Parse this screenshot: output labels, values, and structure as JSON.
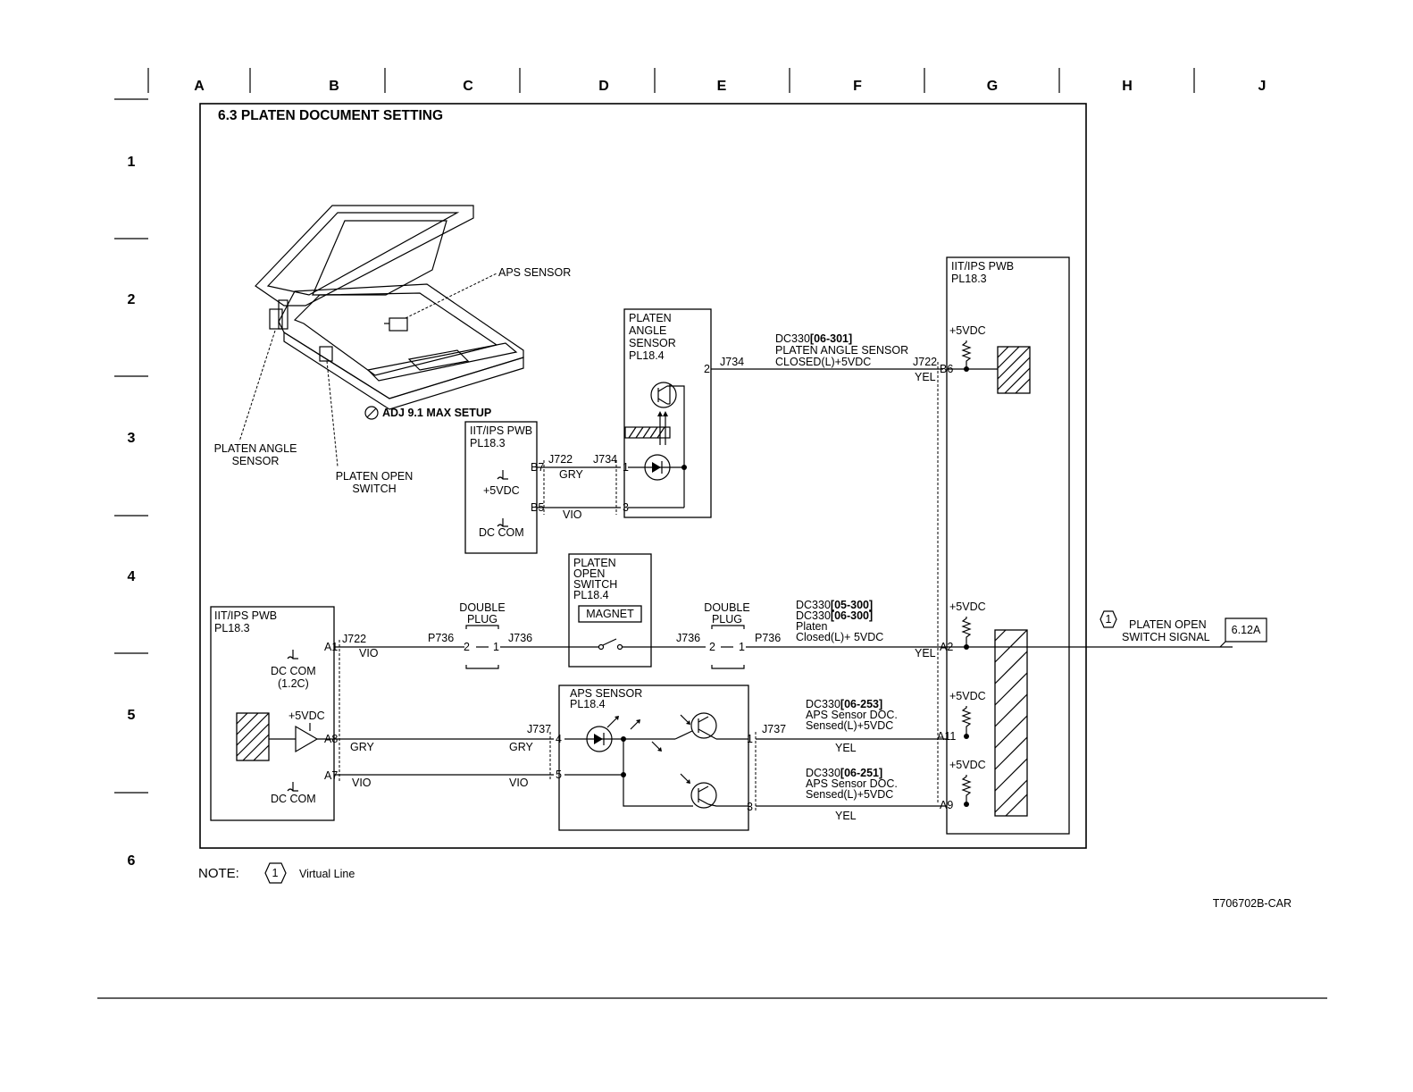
{
  "grid": {
    "columns": [
      "A",
      "B",
      "C",
      "D",
      "E",
      "F",
      "G",
      "H",
      "J"
    ],
    "rows": [
      "1",
      "2",
      "3",
      "4",
      "5",
      "6"
    ]
  },
  "title": "6.3 PLATEN DOCUMENT SETTING",
  "illustration": {
    "aps_sensor_label": "APS SENSOR",
    "adj_label": "ADJ 9.1 MAX SETUP",
    "platen_angle_sensor_label": [
      "PLATEN ANGLE",
      "SENSOR"
    ],
    "platen_open_switch_label": [
      "PLATEN OPEN",
      "SWITCH"
    ]
  },
  "pwb_top": {
    "title": [
      "IIT/IPS PWB",
      "PL18.3"
    ],
    "v5": "+5VDC",
    "dccom": "DC COM",
    "pin_b7": "B7",
    "pin_b5": "B5",
    "conn_j722": "J722",
    "conn_j734": "J734",
    "wire_gry": "GRY",
    "wire_vio": "VIO"
  },
  "platen_angle_sensor": {
    "title": [
      "PLATEN",
      "ANGLE",
      "SENSOR",
      "PL18.4"
    ],
    "pin1": "1",
    "pin2": "2",
    "pin3": "3",
    "conn_j734": "J734"
  },
  "pwb_right": {
    "title": [
      "IIT/IPS PWB",
      "PL18.3"
    ],
    "conn_j722": "J722",
    "wire_yel": "YEL",
    "pin_b6": "B6",
    "pin_a2": "A2",
    "pin_a11": "A11",
    "pin_a9": "A9",
    "v5": "+5VDC"
  },
  "signal_angle": {
    "lines": [
      "DC330",
      "[06-301]",
      "PLATEN ANGLE SENSOR",
      "CLOSED(L)+5VDC"
    ]
  },
  "pwb_left": {
    "title": [
      "IIT/IPS PWB",
      "PL18.3"
    ],
    "pin_a1": "A1",
    "pin_a8": "A8",
    "pin_a7": "A7",
    "conn_j722": "J722",
    "wire_vio": "VIO",
    "wire_gry": "GRY",
    "dccom": "DC COM",
    "dccom_ref": "(1.2C)",
    "v5": "+5VDC"
  },
  "double_plug": {
    "label": [
      "DOUBLE",
      "PLUG"
    ],
    "p736": "P736",
    "j736": "J736",
    "pin2": "2",
    "pin1": "1"
  },
  "platen_open_switch": {
    "title": [
      "PLATEN",
      "OPEN",
      "SWITCH",
      "PL18.4"
    ],
    "magnet": "MAGNET"
  },
  "signal_open": {
    "lines": [
      "DC330",
      "[05-300]",
      "DC330",
      "[06-300]",
      "Platen",
      "Closed(L)+ 5VDC"
    ]
  },
  "aps_sensor": {
    "title": [
      "APS SENSOR",
      "PL18.4"
    ],
    "conn_j737": "J737",
    "pin4": "4",
    "pin5": "5",
    "pin1": "1",
    "pin3": "3"
  },
  "signal_aps1": {
    "lines": [
      "DC330",
      "[06-253]",
      "APS Sensor DOC.",
      "Sensed(L)+5VDC"
    ]
  },
  "signal_aps2": {
    "lines": [
      "DC330",
      "[06-251]",
      "APS Sensor DOC.",
      "Sensed(L)+5VDC"
    ]
  },
  "external": {
    "virtual_num": "1",
    "signal_label": [
      "PLATEN OPEN",
      "SWITCH SIGNAL"
    ],
    "ref": "6.12A"
  },
  "note": {
    "label": "NOTE:",
    "num": "1",
    "text": "Virtual  Line"
  },
  "figure_id": "T706702B-CAR"
}
